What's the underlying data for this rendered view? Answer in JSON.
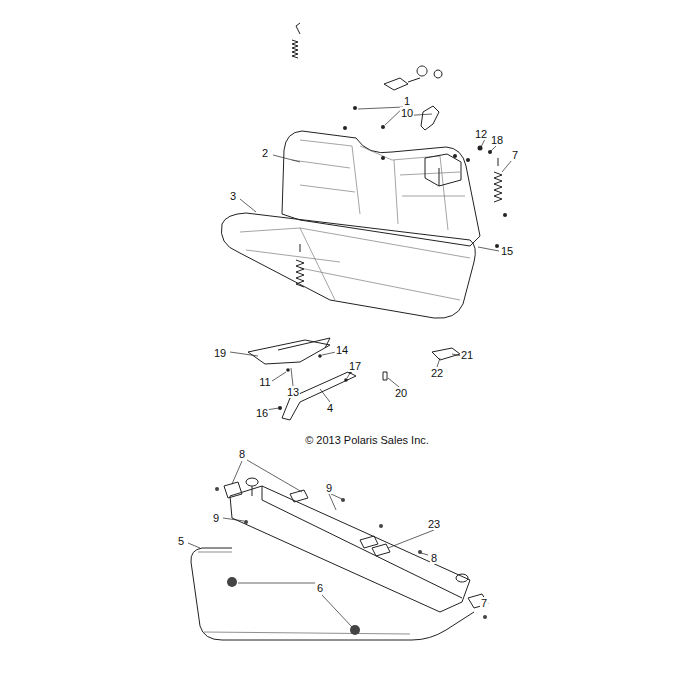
{
  "diagram": {
    "labels": [
      "1",
      "10",
      "2",
      "12",
      "18",
      "7",
      "3",
      "15",
      "19",
      "14",
      "17",
      "11",
      "13",
      "4",
      "20",
      "21",
      "22",
      "16",
      "© 2013 Polaris Sales Inc.",
      "8",
      "9",
      "9",
      "5",
      "23",
      "8",
      "6",
      "7"
    ]
  }
}
